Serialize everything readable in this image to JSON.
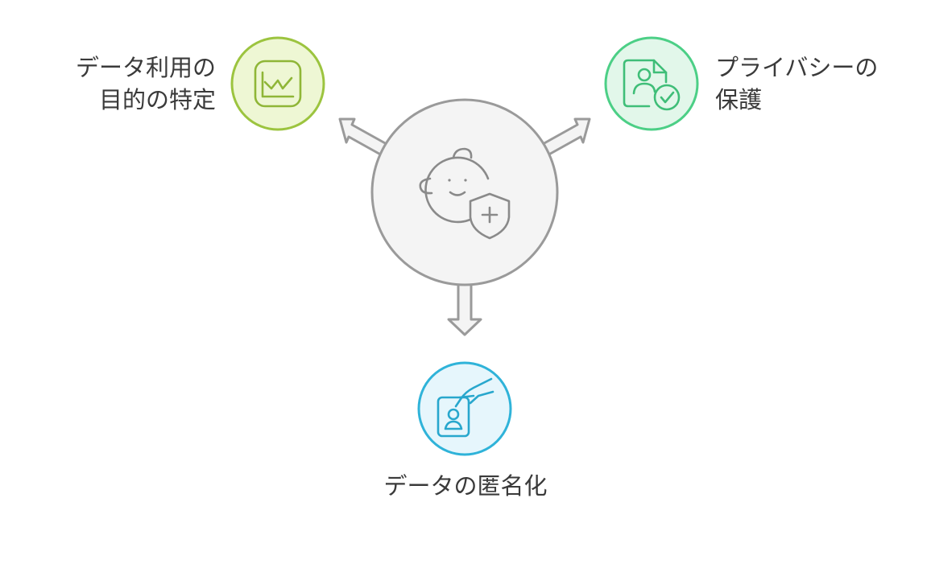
{
  "diagram": {
    "nodes": [
      {
        "id": "purpose",
        "lines": [
          "データ利用の",
          "目的の特定"
        ],
        "icon": "line-chart-icon",
        "fill": "#eef7d4",
        "stroke": "#9cc43f"
      },
      {
        "id": "privacy",
        "lines": [
          "プライバシーの",
          "保護"
        ],
        "icon": "document-user-check-icon",
        "fill": "#e2f7ea",
        "stroke": "#4ccf86"
      },
      {
        "id": "anonymize",
        "lines": [
          "データの匿名化"
        ],
        "icon": "hand-id-card-icon",
        "fill": "#e6f6fc",
        "stroke": "#2fb3d9"
      }
    ],
    "center": {
      "icon": "baby-shield-icon",
      "fill": "#f4f4f4",
      "stroke": "#9a9a9a"
    }
  }
}
